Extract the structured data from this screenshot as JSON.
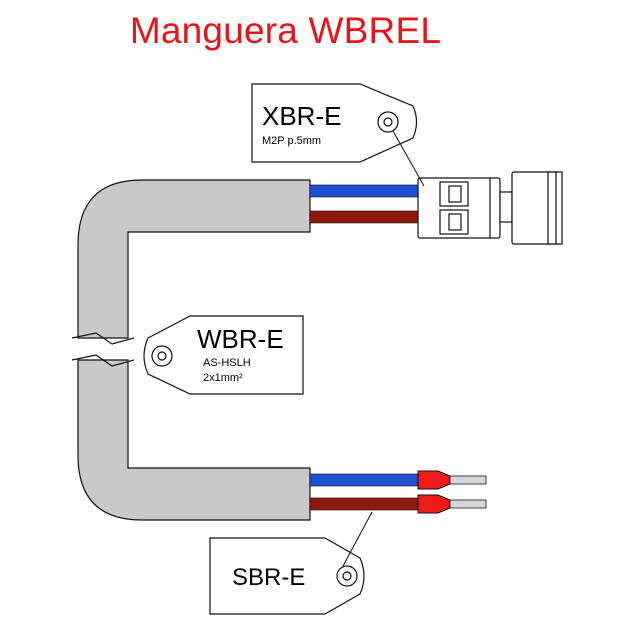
{
  "title": "Manguera WBREL",
  "colors": {
    "title": "#e8141c",
    "hose": "#c9c9c9",
    "wire_blue": "#1f4fd1",
    "wire_brown": "#8b1a0a",
    "ferrule": "#ee1b1b",
    "outline": "#111111"
  },
  "labels": {
    "xbr": {
      "name": "XBR-E",
      "spec": "M2P p.5mm"
    },
    "wbr": {
      "name": "WBR-E",
      "spec1": "AS-HSLH",
      "spec2": "2x1mm²"
    },
    "sbr": {
      "name": "SBR-E"
    }
  }
}
